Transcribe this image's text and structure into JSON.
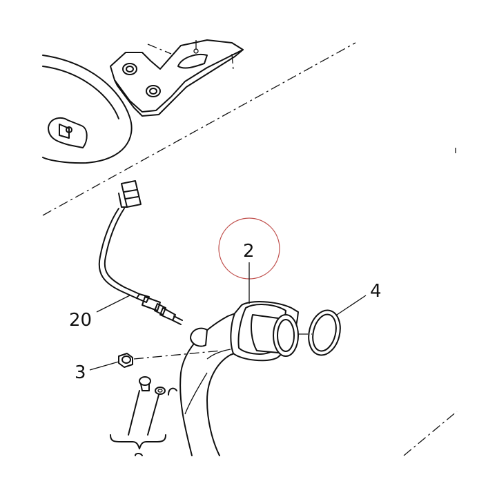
{
  "callouts": {
    "c2": "2",
    "c3": "3",
    "c4": "4",
    "c20": "20"
  },
  "colors": {
    "line": "#111111",
    "highlight_circle": "#c0504d",
    "background": "#ffffff"
  }
}
